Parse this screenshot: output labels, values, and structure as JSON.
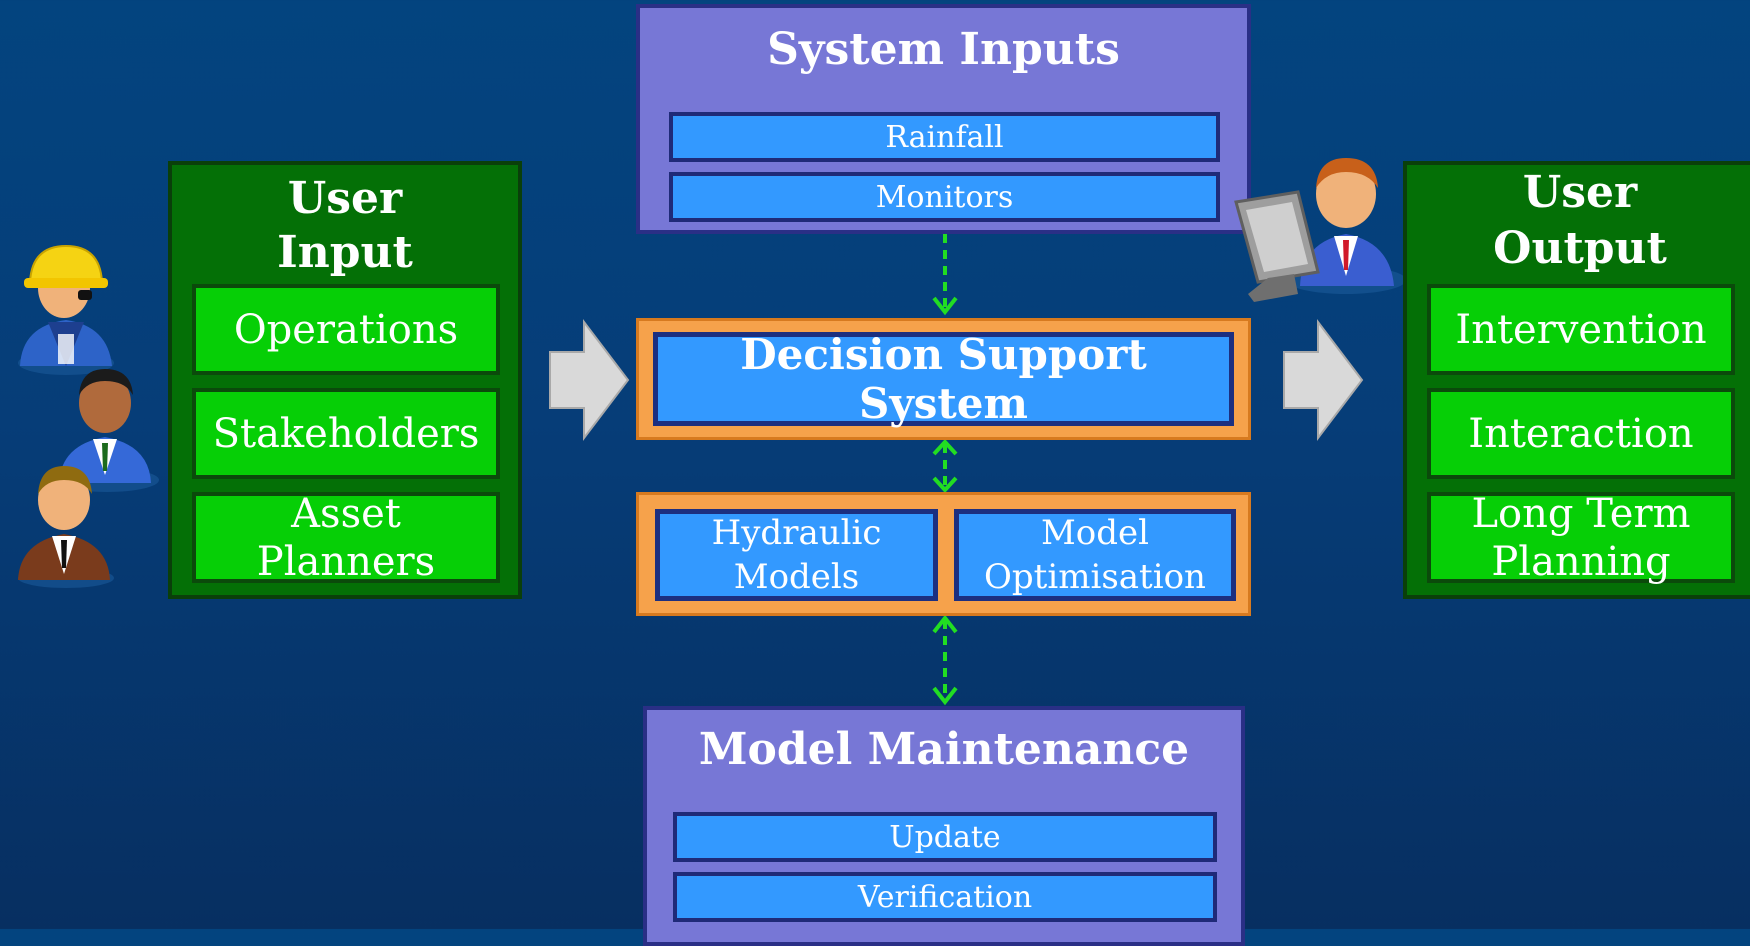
{
  "user_input": {
    "title_line1": "User",
    "title_line2": "Input",
    "items": [
      "Operations",
      "Stakeholders",
      "Asset Planners"
    ]
  },
  "system_inputs": {
    "title": "System Inputs",
    "items": [
      "Rainfall",
      "Monitors"
    ]
  },
  "dss": {
    "title": "Decision Support System"
  },
  "models": {
    "hydraulic_line1": "Hydraulic",
    "hydraulic_line2": "Models",
    "optim_line1": "Model",
    "optim_line2": "Optimisation"
  },
  "maintenance": {
    "title": "Model Maintenance",
    "items": [
      "Update",
      "Verification"
    ]
  },
  "user_output": {
    "title_line1": "User",
    "title_line2": "Output",
    "items": [
      "Intervention",
      "Interaction"
    ],
    "long_term_line1": "Long Term",
    "long_term_line2": "Planning"
  },
  "icons": [
    "worker-person-icon",
    "business-person-icon",
    "manager-person-icon",
    "computer-user-icon",
    "right-arrow-icon"
  ],
  "colors": {
    "background": "#03447f",
    "green_panel": "#047006",
    "green_item": "#06cf06",
    "purple_panel": "#7777d6",
    "blue_box": "#3399ff",
    "orange_frame": "#f6a24b",
    "connector": "#22dd22"
  }
}
